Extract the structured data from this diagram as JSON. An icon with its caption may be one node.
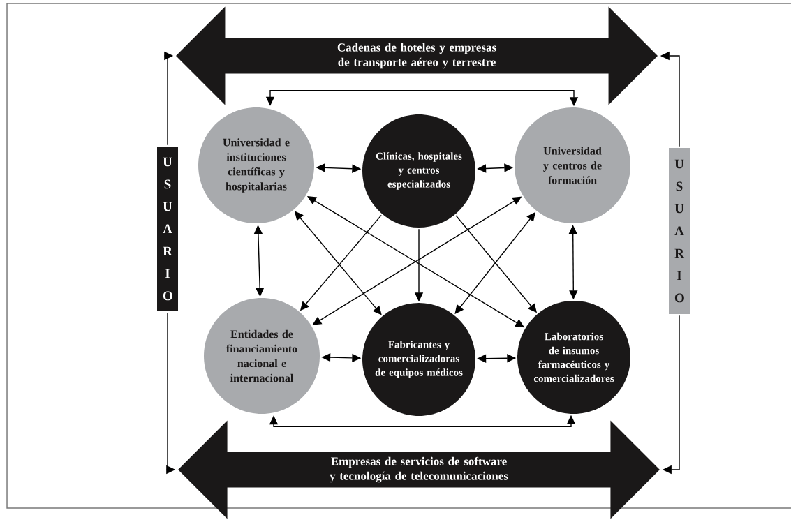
{
  "diagram": {
    "nodes": [
      {
        "text": [
          "Cadenas de hoteles y empresas de transporte aéreo y terrestre"
        ]
      },
      {
        "text": [
          "Empresas de servicios de software y tecnología de telecomunicaciones"
        ]
      },
      {
        "text": [
          "U S U A R I O"
        ]
      },
      {
        "text": [
          "U S U A R I O"
        ]
      },
      {
        "text": [
          "Universidad e instituciones científicas y hospitalarias"
        ]
      },
      {
        "text": [
          "Clínicas, hospitales y centros especializados"
        ]
      },
      {
        "text": [
          "Universidad y centros de formación"
        ]
      },
      {
        "text": [
          "Entidades de financiamiento nacional e internacional"
        ]
      },
      {
        "text": [
          "Fabricantes y comercializadoras de equipos médicos"
        ]
      },
      {
        "text": [
          "Laboratorios de insumos farmacéuticos y comercializadores"
        ]
      }
    ],
    "edges": [
      {
        "from": 2,
        "to": 0,
        "arrow": "to"
      },
      {
        "from": 2,
        "to": 1,
        "arrow": "to"
      },
      {
        "from": 3,
        "to": 0,
        "arrow": "to"
      },
      {
        "from": 3,
        "to": 1,
        "arrow": "to"
      },
      {
        "from": 4,
        "to": 6,
        "arrow": "both"
      },
      {
        "from": 7,
        "to": 9,
        "arrow": "both"
      },
      {
        "from": 4,
        "to": 5,
        "arrow": "both"
      },
      {
        "from": 5,
        "to": 6,
        "arrow": "both"
      },
      {
        "from": 7,
        "to": 8,
        "arrow": "both"
      },
      {
        "from": 8,
        "to": 9,
        "arrow": "both"
      },
      {
        "from": 4,
        "to": 7,
        "arrow": "both"
      },
      {
        "from": 6,
        "to": 9,
        "arrow": "both"
      },
      {
        "from": 4,
        "to": 8,
        "arrow": "both"
      },
      {
        "from": 4,
        "to": 9,
        "arrow": "both"
      },
      {
        "from": 6,
        "to": 7,
        "arrow": "both"
      },
      {
        "from": 6,
        "to": 8,
        "arrow": "both"
      },
      {
        "from": 5,
        "to": 7,
        "arrow": "to"
      },
      {
        "from": 5,
        "to": 8,
        "arrow": "to"
      },
      {
        "from": 5,
        "to": 9,
        "arrow": "to"
      }
    ]
  }
}
